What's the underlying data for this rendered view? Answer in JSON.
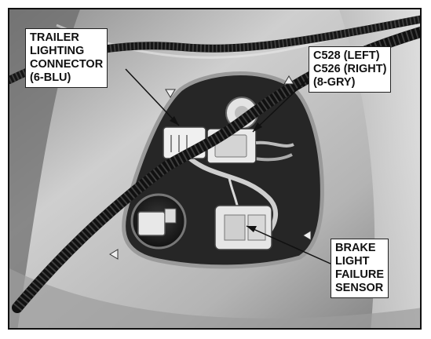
{
  "callouts": {
    "trailer_connector": {
      "lines": [
        "TRAILER",
        "LIGHTING",
        "CONNECTOR",
        "(6-BLU)"
      ]
    },
    "lamp_connectors": {
      "lines": [
        "C528 (LEFT)",
        "C526 (RIGHT)",
        "(8-GRY)"
      ]
    },
    "brake_sensor": {
      "lines": [
        "BRAKE",
        "LIGHT",
        "FAILURE",
        "SENSOR"
      ]
    }
  }
}
